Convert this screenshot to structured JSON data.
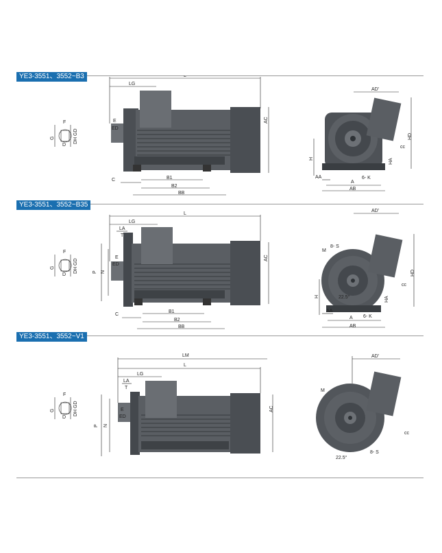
{
  "sections": [
    {
      "title": "YE3-3551、3552~B3",
      "side_labels": {
        "L": "L",
        "LG": "LG",
        "E": "E",
        "ED": "ED",
        "AC": "AC",
        "C": "C",
        "B1": "B1",
        "B2": "B2",
        "BB": "BB"
      },
      "end_labels": {
        "AD": "AD'",
        "HD": "HD",
        "H": "H",
        "HA": "HA",
        "AA": "AA",
        "A": "A",
        "AB": "AB",
        "K": "6- K",
        "CC": "cc"
      },
      "key_labels": {
        "F": "F",
        "G": "G",
        "GD": "GD",
        "D": "D",
        "DH": "DH"
      }
    },
    {
      "title": "YE3-3551、3552~B35",
      "side_labels": {
        "L": "L",
        "LG": "LG",
        "LA": "LA",
        "T": "T",
        "E": "E",
        "ED": "ED",
        "AC": "AC",
        "P": "P",
        "N": "N",
        "C": "C",
        "B1": "B1",
        "B2": "B2",
        "BB": "BB"
      },
      "end_labels": {
        "AD": "AD'",
        "HD": "HD",
        "H": "H",
        "HA": "HA",
        "AA": "AA",
        "A": "A",
        "AB": "AB",
        "K": "6- K",
        "CC": "cc",
        "M": "M",
        "S": "8- S",
        "ANG": "22.5°"
      },
      "key_labels": {
        "F": "F",
        "G": "G",
        "GD": "GD",
        "D": "D",
        "DH": "DH"
      }
    },
    {
      "title": "YE3-3551、3552~V1",
      "side_labels": {
        "LM": "LM",
        "L": "L",
        "LG": "LG",
        "LA": "LA",
        "T": "T",
        "E": "E",
        "ED": "ED",
        "AC": "AC",
        "P": "P",
        "N": "N"
      },
      "end_labels": {
        "AD": "AD'",
        "M": "M",
        "S": "8- S",
        "ANG": "22.5°",
        "CC": "cc"
      },
      "key_labels": {
        "F": "F",
        "G": "G",
        "GD": "GD",
        "D": "D",
        "DH": "DH"
      }
    }
  ],
  "colors": {
    "tag_bg": "#1a6fb0",
    "motor_body": "#5a5e63",
    "motor_dark": "#3e4246",
    "rule": "#9a9a9a"
  }
}
